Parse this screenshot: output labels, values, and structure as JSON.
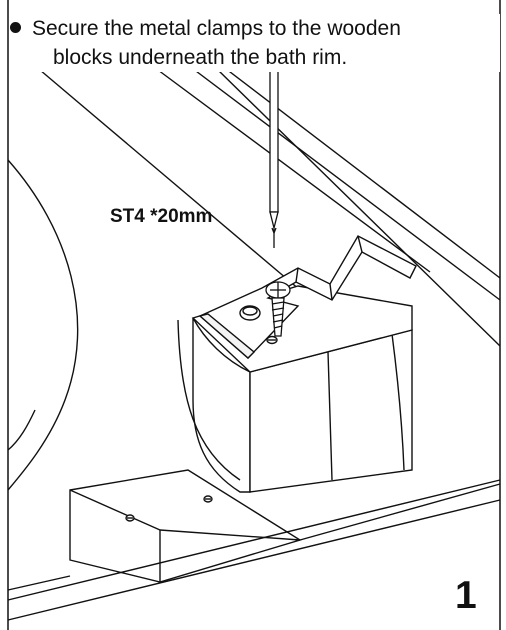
{
  "instruction": {
    "line1": "Secure the metal clamps to the wooden",
    "line2": "blocks underneath the bath rim."
  },
  "callout": {
    "screw_spec": "ST4 *20mm"
  },
  "step": {
    "number": "1"
  },
  "colors": {
    "ink": "#111111",
    "background": "#ffffff",
    "light_shade": "#f4f4f4"
  }
}
